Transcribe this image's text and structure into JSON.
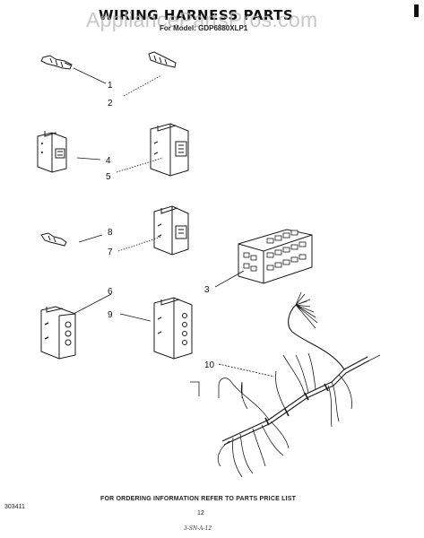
{
  "header": {
    "title": "WIRING HARNESS PARTS",
    "model_line": "For Model: GDP6880XLP1",
    "watermark": "AppliancePartsPros.com"
  },
  "callouts": {
    "c1": "1",
    "c2": "2",
    "c3": "3",
    "c4": "4",
    "c5": "5",
    "c6": "6",
    "c7": "7",
    "c8": "8",
    "c9": "9",
    "c10": "10"
  },
  "footer": {
    "ordering_note": "FOR ORDERING INFORMATION REFER TO PARTS PRICE LIST",
    "doc_number": "303411",
    "page_number": "12",
    "handwritten": "3-SN-A-12"
  }
}
